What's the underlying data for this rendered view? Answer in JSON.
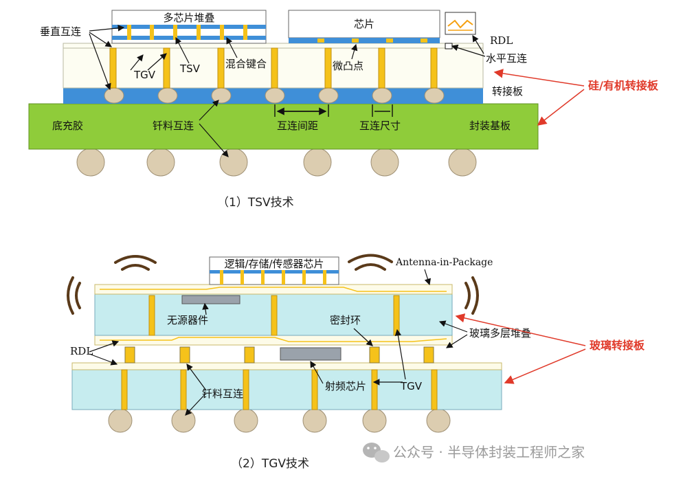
{
  "tsv": {
    "labels": {
      "stack": "多芯片堆叠",
      "chip": "芯片",
      "rdl": "RDL",
      "horizontal": "水平互连",
      "vertical": "垂直互连",
      "tgv": "TGV",
      "tsv": "TSV",
      "hybrid": "混合键合",
      "microbump": "微凸点",
      "interposer": "转接板",
      "si_interposer": "硅/有机转接板",
      "underfill": "底充胶",
      "solder": "钎料互连",
      "pitch": "互连间距",
      "size": "互连尺寸",
      "substrate": "封装基板"
    },
    "caption": "（1）TSV技术"
  },
  "tgv": {
    "labels": {
      "logic": "逻辑/存储/传感器芯片",
      "aip": "Antenna-in-Package",
      "passive": "无源器件",
      "seal": "密封环",
      "glass_stack": "玻璃多层堆叠",
      "glass_interposer": "玻璃转接板",
      "rdl": "RDL",
      "solder": "钎料互连",
      "rf": "射频芯片",
      "tgv": "TGV"
    },
    "caption": "（2）TGV技术"
  },
  "watermark": "公众号 · 半导体封装工程师之家",
  "colors": {
    "substrate": "#8fcc3a",
    "interposer_top": "#fdfdf2",
    "blue_band": "#3f8fd8",
    "via": "#f5c21a",
    "ball": "#dccdb0",
    "glass": "#c6ecef",
    "annotation_red": "#e03a2a"
  }
}
